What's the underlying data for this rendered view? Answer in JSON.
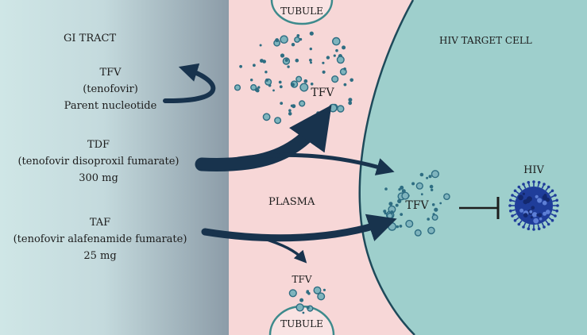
{
  "regions": {
    "gi_tract": "GI TRACT",
    "plasma": "PLASMA",
    "target_cell": "HIV TARGET CELL"
  },
  "tubules": {
    "top": {
      "label": "TUBULE",
      "drug_label": "TFV"
    },
    "bottom": {
      "label": "TUBULE",
      "drug_label": "TFV"
    }
  },
  "drugs": [
    {
      "name": "TFV",
      "full_name": "(tenofovir)",
      "note": "Parent nucleotide"
    },
    {
      "name": "TDF",
      "full_name": "(tenofovir disoproxil fumarate)",
      "dose": "300 mg"
    },
    {
      "name": "TAF",
      "full_name": "(tenofovir alafenamide fumarate)",
      "dose": "25 mg"
    }
  ],
  "cell_cluster": {
    "label": "TFV"
  },
  "virus": {
    "label": "HIV"
  },
  "colors": {
    "gi_start": "#cfe6e6",
    "gi_end": "#8c9ca8",
    "plasma": "#f7d7d7",
    "cell": "#9ecfcc",
    "arrow": "#18334d",
    "particle": "#2e6d82",
    "virus": "#1f3d9a"
  }
}
